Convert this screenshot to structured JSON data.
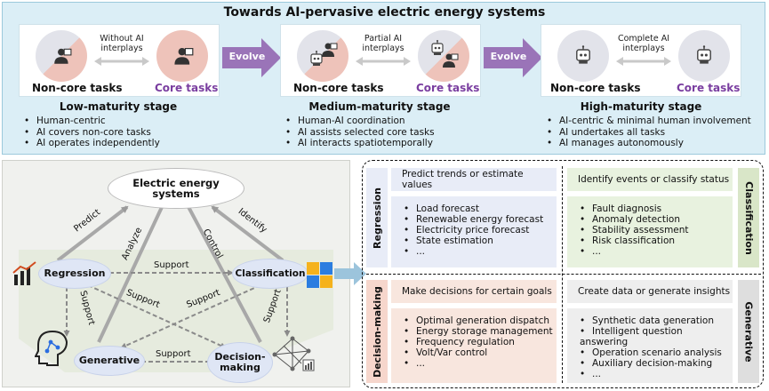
{
  "top": {
    "title": "Towards AI-pervasive electric energy systems",
    "evolve_label": "Evolve",
    "stages": [
      {
        "interplay": "Without AI interplays",
        "noncore_label": "Non-core tasks",
        "core_label": "Core tasks",
        "name": "Low-maturity stage",
        "bullets": [
          "Human-centric",
          "AI covers non-core tasks",
          "AI operates independently"
        ]
      },
      {
        "interplay": "Partial AI interplays",
        "noncore_label": "Non-core tasks",
        "core_label": "Core tasks",
        "name": "Medium-maturity stage",
        "bullets": [
          "Human-AI coordination",
          "AI assists selected core tasks",
          "AI interacts spatiotemporally"
        ]
      },
      {
        "interplay": "Complete AI interplays",
        "noncore_label": "Non-core tasks",
        "core_label": "Core tasks",
        "name": "High-maturity stage",
        "bullets": [
          "AI-centric & minimal human involvement",
          "AI undertakes all tasks",
          "AI manages autonomously"
        ]
      }
    ]
  },
  "diagram": {
    "system_node": "Electric energy systems",
    "regression_node": "Regression",
    "classification_node": "Classification",
    "generative_node": "Generative",
    "decision_node": "Decision-making",
    "edges": {
      "predict": "Predict",
      "analyze": "Analyze",
      "control": "Control",
      "identify": "Identify",
      "support": "Support"
    }
  },
  "quadrants": {
    "regression": {
      "tab": "Regression",
      "header": "Predict trends or estimate values",
      "items": [
        "Load forecast",
        "Renewable energy forecast",
        "Electricity price forecast",
        "State estimation",
        "..."
      ]
    },
    "classification": {
      "tab": "Classification",
      "header": "Identify events or classify status",
      "items": [
        "Fault diagnosis",
        "Anomaly detection",
        "Stability assessment",
        "Risk classification",
        "..."
      ]
    },
    "decision": {
      "tab": "Decision-making",
      "header": "Make decisions for certain goals",
      "items": [
        "Optimal generation dispatch",
        "Energy storage management",
        "Frequency regulation",
        "Volt/Var control",
        "..."
      ]
    },
    "generative": {
      "tab": "Generative",
      "header": "Create data or generate insights",
      "items": [
        "Synthetic data generation",
        "Intelligent question answering",
        "Operation scenario analysis",
        "Auxiliary decision-making",
        "..."
      ]
    }
  },
  "colors": {
    "top_bg": "#dbeef6",
    "core_purple": "#7a3ea0",
    "evolve_purple": "#9a74b8",
    "node_blue": "#dfe6f5",
    "reg_blue": "#e8ecf7",
    "cls_green": "#e8f2df",
    "dec_pink": "#f8e6de",
    "gen_gray": "#eeeeee"
  },
  "icons": [
    "person-icon",
    "robot-icon",
    "chart-icon",
    "cubes-icon",
    "ai-head-icon",
    "network-icon"
  ]
}
